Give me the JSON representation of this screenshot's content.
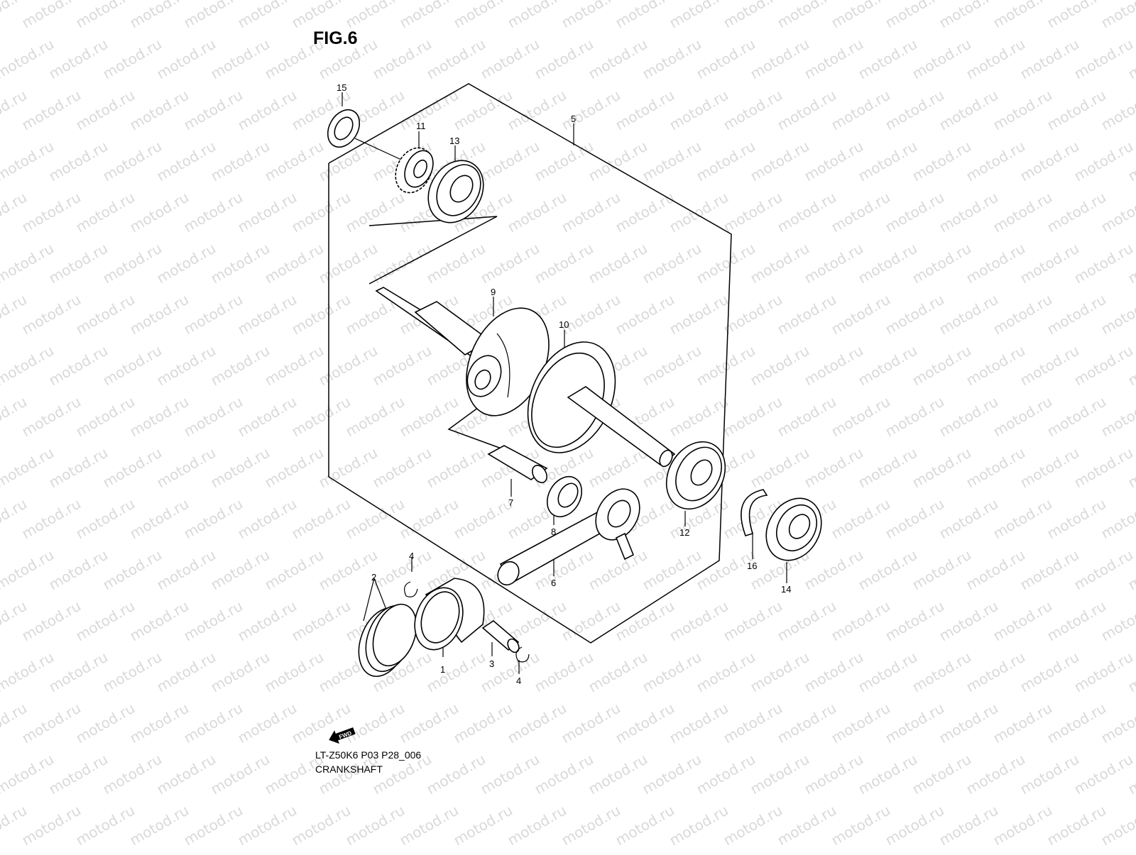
{
  "figure": {
    "title": "FIG.6"
  },
  "footer": {
    "code": "LT-Z50K6 P03 P28_006",
    "name": "CRANKSHAFT"
  },
  "watermark": {
    "text": "motod.ru",
    "color": "#d9d9d9"
  },
  "forward_badge": {
    "text": "FWD"
  },
  "callouts": [
    {
      "id": "1",
      "part": "piston"
    },
    {
      "id": "2",
      "part": "piston-ring-set"
    },
    {
      "id": "3",
      "part": "piston-pin"
    },
    {
      "id": "4",
      "part": "circlip"
    },
    {
      "id": "4",
      "part": "circlip"
    },
    {
      "id": "5",
      "part": "crankshaft-assembly"
    },
    {
      "id": "6",
      "part": "connecting-rod"
    },
    {
      "id": "7",
      "part": "crank-pin"
    },
    {
      "id": "8",
      "part": "needle-bearing"
    },
    {
      "id": "9",
      "part": "crankshaft-left"
    },
    {
      "id": "10",
      "part": "crankshaft-right"
    },
    {
      "id": "11",
      "part": "gear"
    },
    {
      "id": "12",
      "part": "bearing"
    },
    {
      "id": "13",
      "part": "bearing"
    },
    {
      "id": "14",
      "part": "oil-seal"
    },
    {
      "id": "15",
      "part": "oil-seal"
    },
    {
      "id": "16",
      "part": "circlip"
    }
  ]
}
